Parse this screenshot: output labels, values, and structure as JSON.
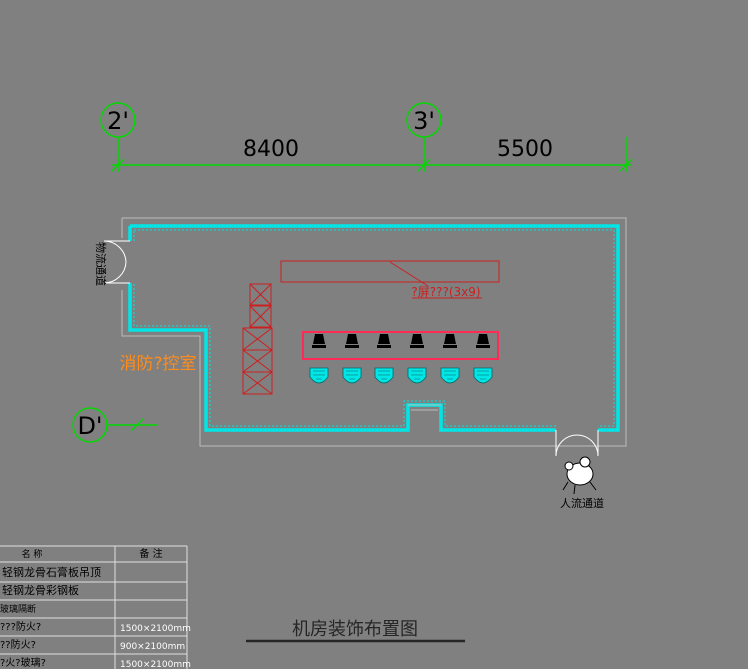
{
  "axes": {
    "left_label": "2'",
    "mid_label": "3'",
    "row_label": "D'"
  },
  "dimensions": {
    "span1": "8400",
    "span2": "5500"
  },
  "labels": {
    "logistics_channel": "物流通道",
    "people_channel": "人流通道",
    "fire_control_room": "消防?控室",
    "big_screen": "?屏???(3x9)",
    "drawing_title": "机房装饰布置图"
  },
  "colors": {
    "background": "#808080",
    "wall": "#00e5e5",
    "axis": "#00d800",
    "red_equipment": "#cc1f1f",
    "orange_label": "#ff8c1a",
    "text": "#000000"
  },
  "legend_table": {
    "headers": [
      "名 称",
      "备 注"
    ],
    "rows": [
      {
        "name": "轻钢龙骨石膏板吊顶",
        "note": ""
      },
      {
        "name": "轻钢龙骨彩钢板",
        "note": ""
      },
      {
        "name": "玻璃隔断",
        "note": ""
      },
      {
        "name": "???防火?",
        "note": "1500×2100mm"
      },
      {
        "name": "??防火?",
        "note": "900×2100mm"
      },
      {
        "name": "?火?玻璃?",
        "note": "1500×2100mm"
      }
    ]
  }
}
